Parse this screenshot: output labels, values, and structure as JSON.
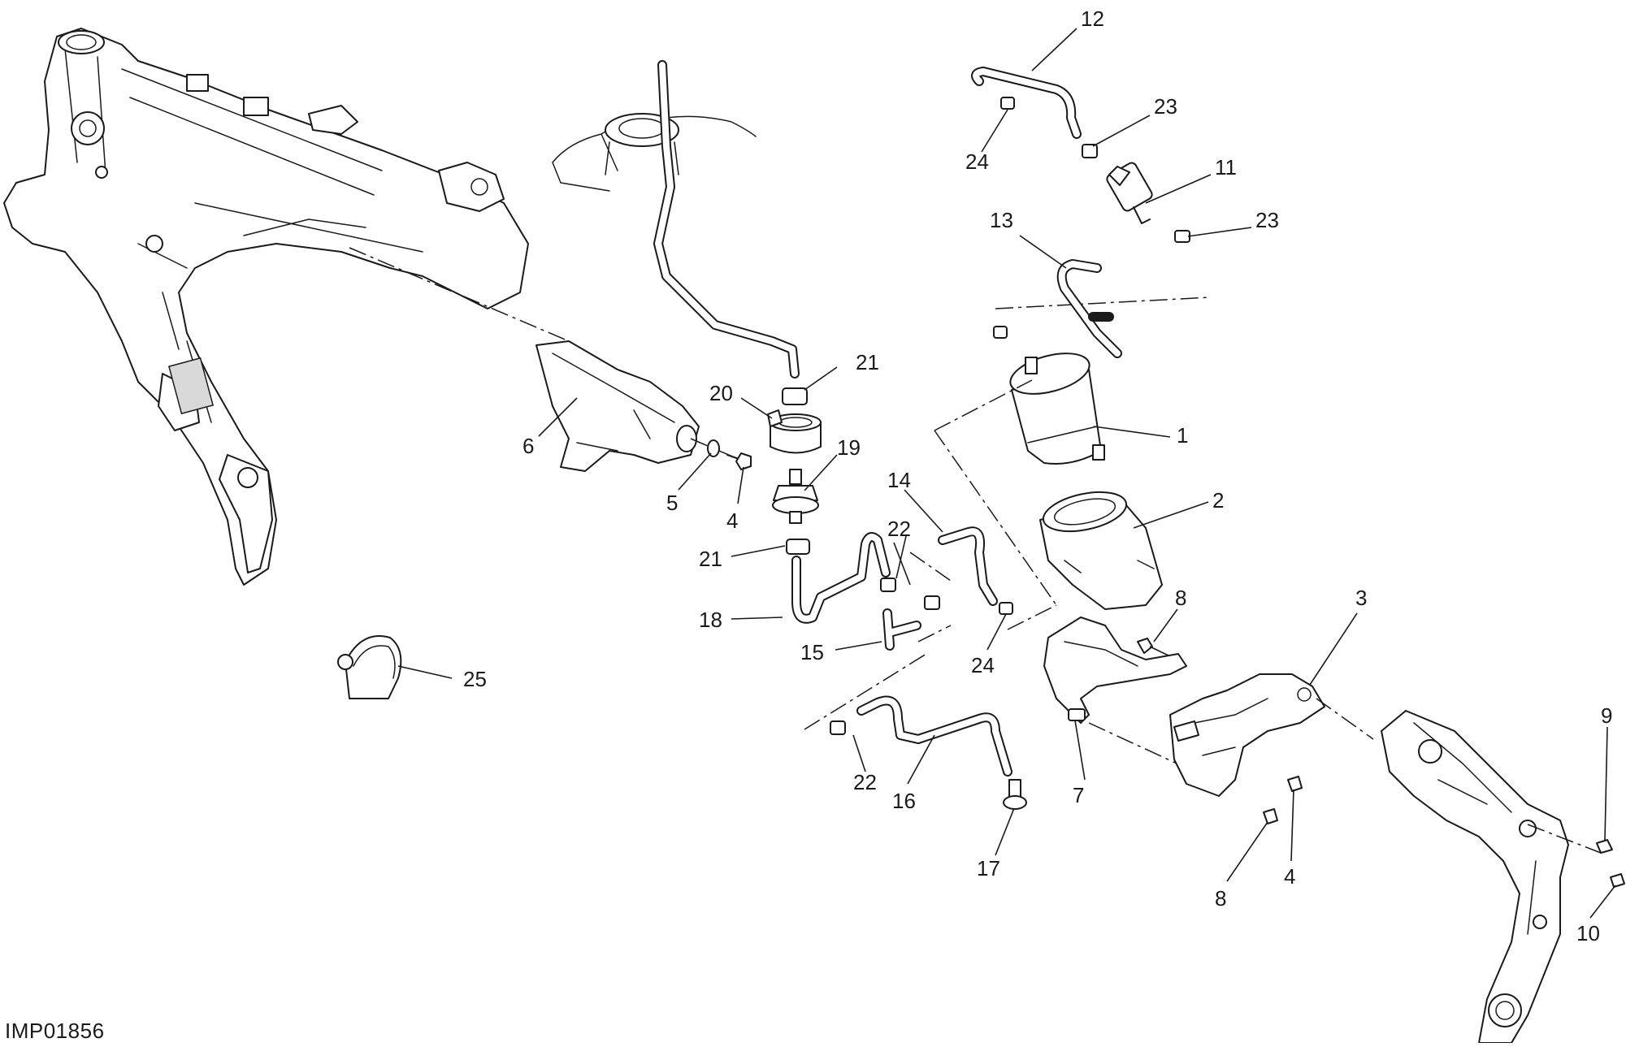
{
  "diagram": {
    "reference_code": "IMP01856",
    "callouts": [
      {
        "id": "c1",
        "label": "1"
      },
      {
        "id": "c2",
        "label": "2"
      },
      {
        "id": "c3",
        "label": "3"
      },
      {
        "id": "c4a",
        "label": "4"
      },
      {
        "id": "c4b",
        "label": "4"
      },
      {
        "id": "c5",
        "label": "5"
      },
      {
        "id": "c6",
        "label": "6"
      },
      {
        "id": "c7",
        "label": "7"
      },
      {
        "id": "c8a",
        "label": "8"
      },
      {
        "id": "c8b",
        "label": "8"
      },
      {
        "id": "c9",
        "label": "9"
      },
      {
        "id": "c10",
        "label": "10"
      },
      {
        "id": "c11",
        "label": "11"
      },
      {
        "id": "c12",
        "label": "12"
      },
      {
        "id": "c13",
        "label": "13"
      },
      {
        "id": "c14",
        "label": "14"
      },
      {
        "id": "c15",
        "label": "15"
      },
      {
        "id": "c16",
        "label": "16"
      },
      {
        "id": "c17",
        "label": "17"
      },
      {
        "id": "c18",
        "label": "18"
      },
      {
        "id": "c19",
        "label": "19"
      },
      {
        "id": "c20",
        "label": "20"
      },
      {
        "id": "c21a",
        "label": "21"
      },
      {
        "id": "c21b",
        "label": "21"
      },
      {
        "id": "c22a",
        "label": "22"
      },
      {
        "id": "c22b",
        "label": "22"
      },
      {
        "id": "c23a",
        "label": "23"
      },
      {
        "id": "c23b",
        "label": "23"
      },
      {
        "id": "c24a",
        "label": "24"
      },
      {
        "id": "c24b",
        "label": "24"
      },
      {
        "id": "c25",
        "label": "25"
      }
    ]
  }
}
